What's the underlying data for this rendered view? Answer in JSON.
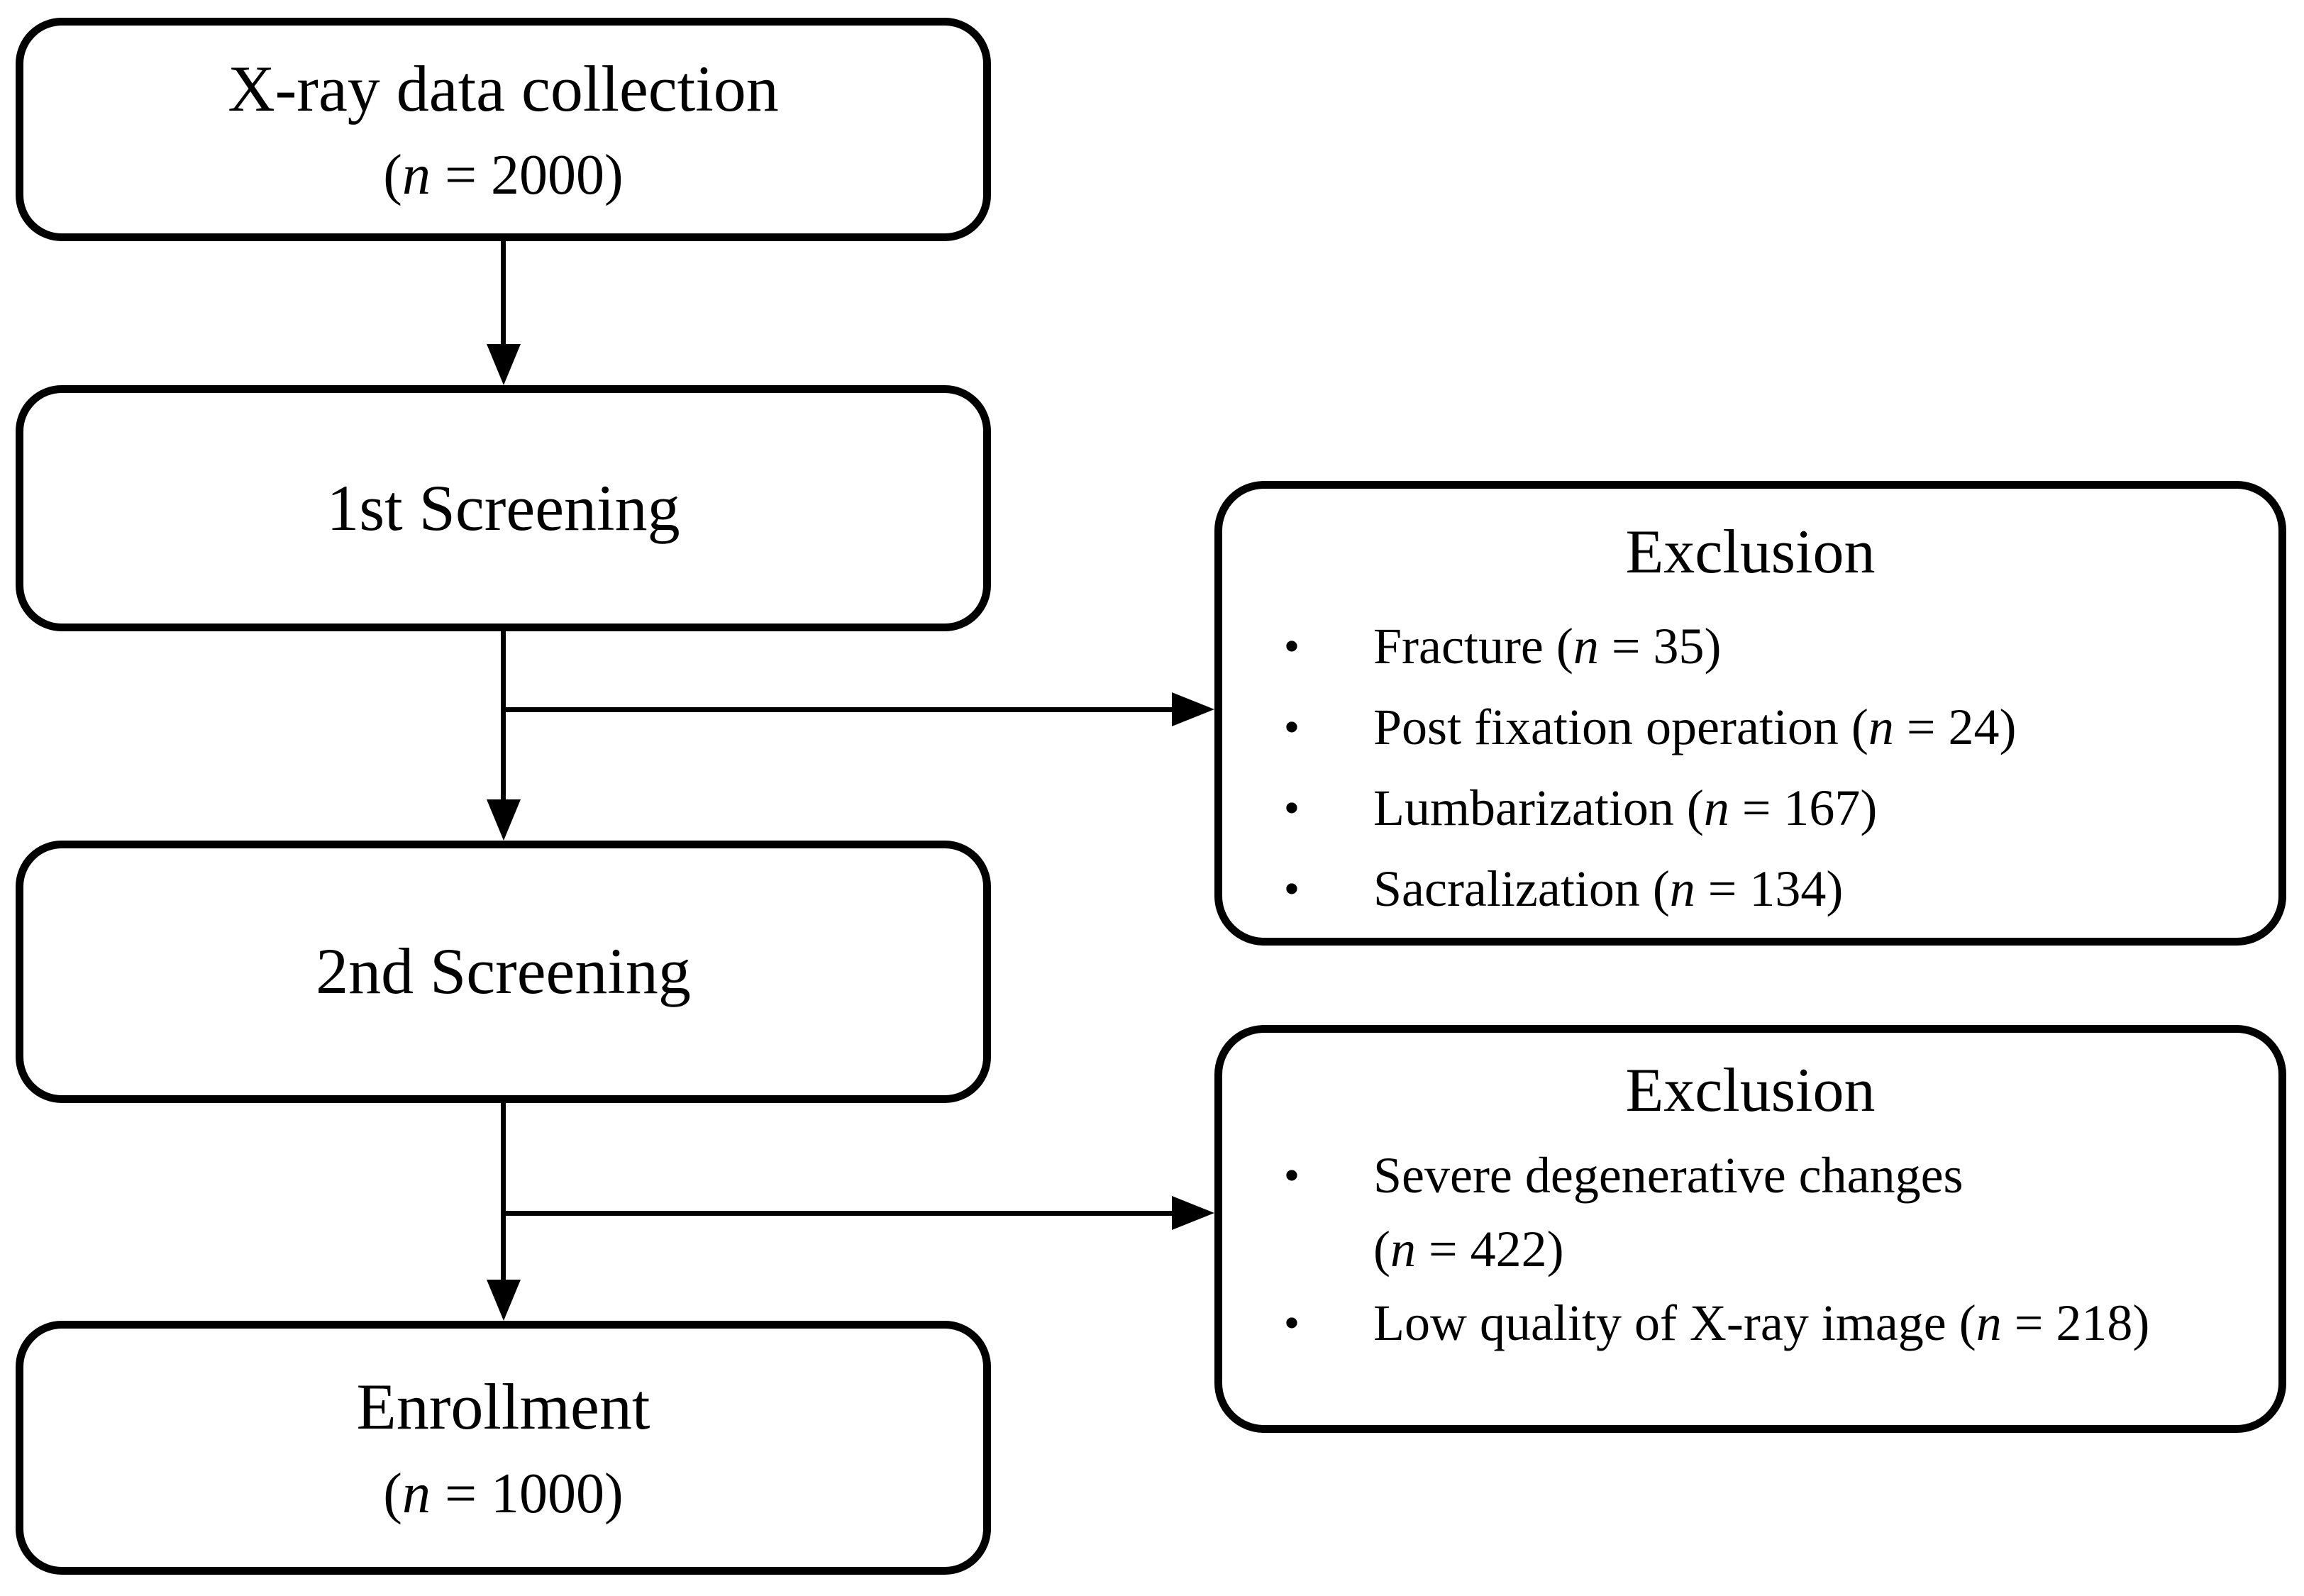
{
  "diagram": {
    "background_color": "#ffffff",
    "line_color": "#000000",
    "bullet_char": "•",
    "boxes": {
      "collection": {
        "title": "X-ray data collection",
        "count_open": "(",
        "count_n": "n",
        "count_rest": " = 2000)"
      },
      "screening1": {
        "title": "1st Screening"
      },
      "screening2": {
        "title": "2nd Screening"
      },
      "enrollment": {
        "title": "Enrollment",
        "count_open": "(",
        "count_n": "n",
        "count_rest": " = 1000)"
      },
      "exclusion1": {
        "title": "Exclusion",
        "items": [
          {
            "pre": "Fracture (",
            "n": "n",
            "post": " = 35)"
          },
          {
            "pre": "Post fixation operation (",
            "n": "n",
            "post": " = 24)"
          },
          {
            "pre": "Lumbarization (",
            "n": "n",
            "post": " = 167)"
          },
          {
            "pre": "Sacralization (",
            "n": "n",
            "post": " = 134)"
          }
        ]
      },
      "exclusion2": {
        "title": "Exclusion",
        "items": [
          {
            "pre": "Severe degenerative changes",
            "wrap_open": "(",
            "n": "n",
            "post": " = 422)"
          },
          {
            "pre": "Low quality of X-ray image (",
            "n": "n",
            "post": " = 218)"
          }
        ]
      }
    }
  }
}
